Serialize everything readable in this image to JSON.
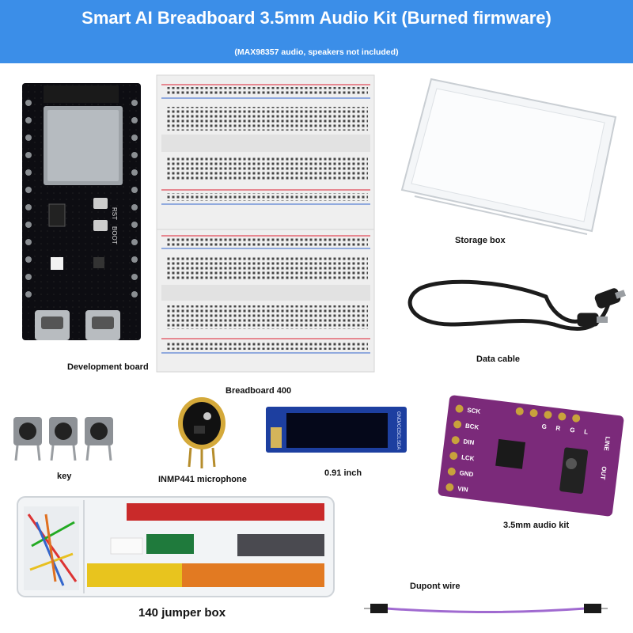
{
  "header": {
    "title": "Smart AI Breadboard 3.5mm Audio Kit (Burned firmware)",
    "subtitle": "(MAX98357 audio, speakers not included)",
    "background_color": "#3b8ee8"
  },
  "items": {
    "development_board": "Development board",
    "breadboard": "Breadboard 400",
    "storage_box": "Storage box",
    "data_cable": "Data cable",
    "key": "key",
    "microphone": "INMP441 microphone",
    "oled": "0.91 inch",
    "audio_kit": "3.5mm audio kit",
    "dupont_wire": "Dupont wire",
    "jumper_box": "140 jumper box"
  },
  "board_silkscreen": {
    "rst": "RST",
    "boot": "BOOT"
  },
  "oled_pins": [
    "GND",
    "VCC",
    "SCL",
    "SDA"
  ],
  "audio_kit_pins_left": [
    "SCK",
    "BCK",
    "DIN",
    "LCK",
    "GND",
    "VIN"
  ],
  "audio_kit_pins_top": [
    "G",
    "R",
    "G",
    "L"
  ],
  "audio_kit_jack_labels": {
    "line": "LINE",
    "out": "OUT"
  }
}
